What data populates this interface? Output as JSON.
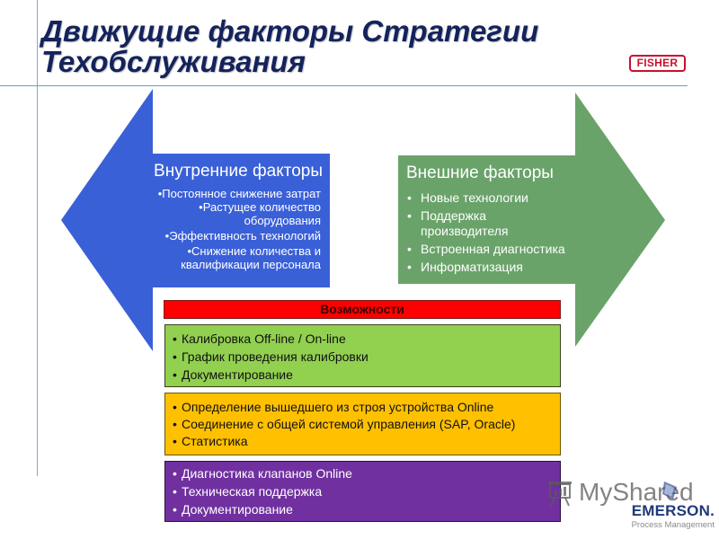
{
  "slide": {
    "title_line1": "Движущие факторы Стратегии",
    "title_line2": "Техобслуживания"
  },
  "logos": {
    "fisher": "FISHER",
    "emerson": "EMERSON.",
    "emerson_sub": "Process Management",
    "watermark": "MyShared"
  },
  "colors": {
    "title": "#14235c",
    "internal_arrow": "#3a60d8",
    "external_arrow": "#6aa36a",
    "opportunities_header": "#ff0000",
    "box_green": "#92d050",
    "box_yellow": "#ffc000",
    "box_purple": "#7030a0"
  },
  "internal": {
    "heading": "Внутренние факторы",
    "items": [
      "•Постоянное снижение затрат",
      "•Растущее количество оборудования",
      "•Эффективность технологий",
      "•Снижение количества и квалификации персонала"
    ]
  },
  "external": {
    "heading": "Внешние факторы",
    "items": [
      "Новые технологии",
      "Поддержка производителя",
      "Встроенная диагностика",
      "Информатизация"
    ]
  },
  "opportunities": {
    "header": "Возможности",
    "green": [
      "Калибровка Off-line / On-line",
      "График проведения калибровки",
      "Документирование"
    ],
    "yellow": [
      "Определение вышедшего из строя устройства Online",
      "Соединение с общей системой управления (SAP, Oracle)",
      "Статистика"
    ],
    "purple": [
      "Диагностика клапанов Online",
      "Техническая поддержка",
      "Документирование"
    ]
  }
}
